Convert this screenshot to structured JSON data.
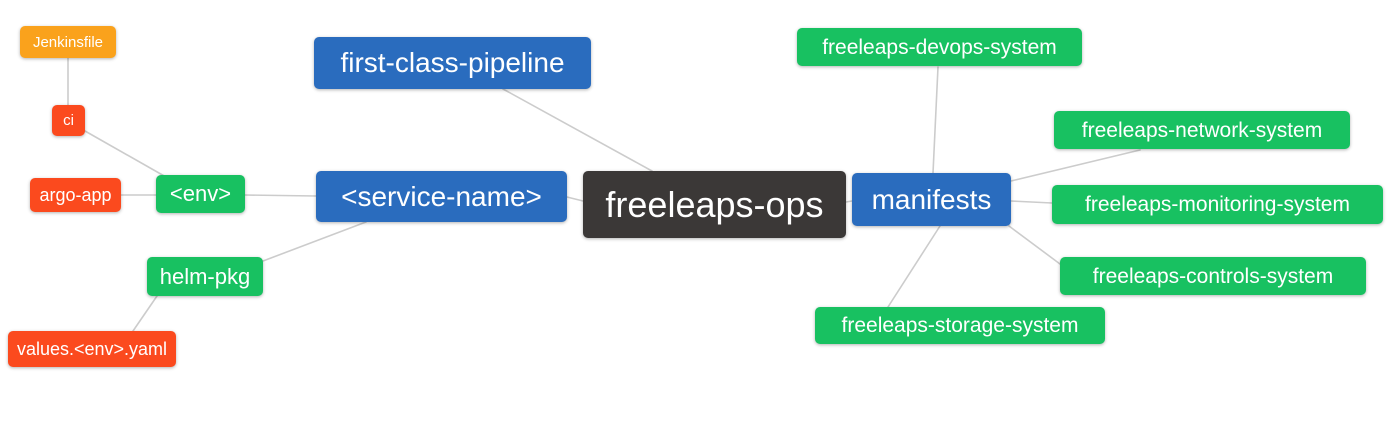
{
  "diagram": {
    "type": "mindmap",
    "background": "#ffffff",
    "edge_color": "#cccccc",
    "palette": {
      "blue": "#2a6cbe",
      "green": "#18c161",
      "orange": "#faa21c",
      "red_orange": "#fb4a1e",
      "dark": "#3b3837",
      "node_text": "#ffffff"
    },
    "nodes": {
      "freeleaps_ops": {
        "label": "freeleaps-ops",
        "color": "#3b3837"
      },
      "first_class_pipeline": {
        "label": "first-class-pipeline",
        "color": "#2a6cbe"
      },
      "service_name": {
        "label": "<service-name>",
        "color": "#2a6cbe"
      },
      "manifests": {
        "label": "manifests",
        "color": "#2a6cbe"
      },
      "env": {
        "label": "<env>",
        "color": "#18c161"
      },
      "helm_pkg": {
        "label": "helm-pkg",
        "color": "#18c161"
      },
      "jenkinsfile": {
        "label": "Jenkinsfile",
        "color": "#faa21c"
      },
      "ci": {
        "label": "ci",
        "color": "#fb4a1e"
      },
      "argo_app": {
        "label": "argo-app",
        "color": "#fb4a1e"
      },
      "values_env_yaml": {
        "label": "values.<env>.yaml",
        "color": "#fb4a1e"
      },
      "devops_system": {
        "label": "freeleaps-devops-system",
        "color": "#18c161"
      },
      "network_system": {
        "label": "freeleaps-network-system",
        "color": "#18c161"
      },
      "monitoring_system": {
        "label": "freeleaps-monitoring-system",
        "color": "#18c161"
      },
      "controls_system": {
        "label": "freeleaps-controls-system",
        "color": "#18c161"
      },
      "storage_system": {
        "label": "freeleaps-storage-system",
        "color": "#18c161"
      }
    },
    "edges": [
      {
        "from": "jenkinsfile",
        "to": "ci"
      },
      {
        "from": "ci",
        "to": "env"
      },
      {
        "from": "argo_app",
        "to": "env"
      },
      {
        "from": "env",
        "to": "service_name"
      },
      {
        "from": "helm_pkg",
        "to": "service_name"
      },
      {
        "from": "values_env_yaml",
        "to": "helm_pkg"
      },
      {
        "from": "service_name",
        "to": "freeleaps_ops"
      },
      {
        "from": "first_class_pipeline",
        "to": "freeleaps_ops"
      },
      {
        "from": "freeleaps_ops",
        "to": "manifests"
      },
      {
        "from": "manifests",
        "to": "devops_system"
      },
      {
        "from": "manifests",
        "to": "network_system"
      },
      {
        "from": "manifests",
        "to": "monitoring_system"
      },
      {
        "from": "manifests",
        "to": "controls_system"
      },
      {
        "from": "manifests",
        "to": "storage_system"
      }
    ]
  }
}
